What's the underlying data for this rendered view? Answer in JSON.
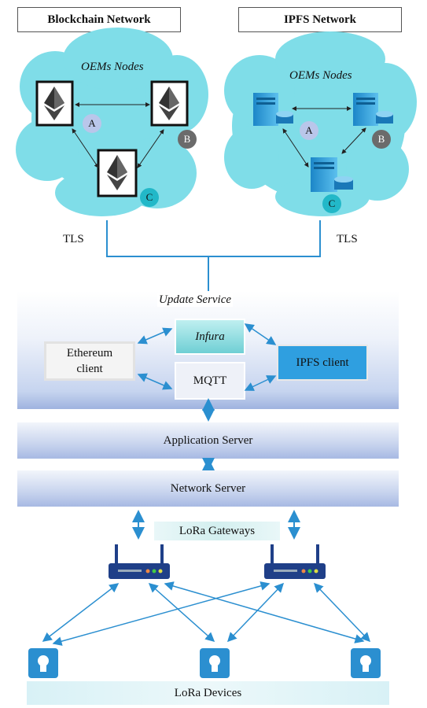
{
  "networks": {
    "blockchain": {
      "title": "Blockchain Network",
      "cloud_label": "OEMs Nodes",
      "nodes": [
        "A",
        "B",
        "C"
      ]
    },
    "ipfs": {
      "title": "IPFS Network",
      "cloud_label": "OEMs Nodes",
      "nodes": [
        "A",
        "B",
        "C"
      ]
    }
  },
  "links": {
    "tls_left": "TLS",
    "tls_right": "TLS"
  },
  "update_service": {
    "title": "Update Service",
    "infura": "Infura",
    "ethereum_client": "Ethereum client",
    "mqtt": "MQTT",
    "ipfs_client": "IPFS client"
  },
  "layers": {
    "application_server": "Application Server",
    "network_server": "Network Server",
    "gateways": "LoRa Gateways",
    "devices": "LoRa Devices"
  },
  "colors": {
    "arrow": "#2b8fd0",
    "node_badge_a": "#b9c6ea",
    "node_badge_b": "#6b6b6b",
    "node_badge_c": "#22b8c8",
    "cloud": "#7fdde8",
    "ipfs_client_fill": "#2f9fe0",
    "infura_fill": "#7fd4d8"
  }
}
